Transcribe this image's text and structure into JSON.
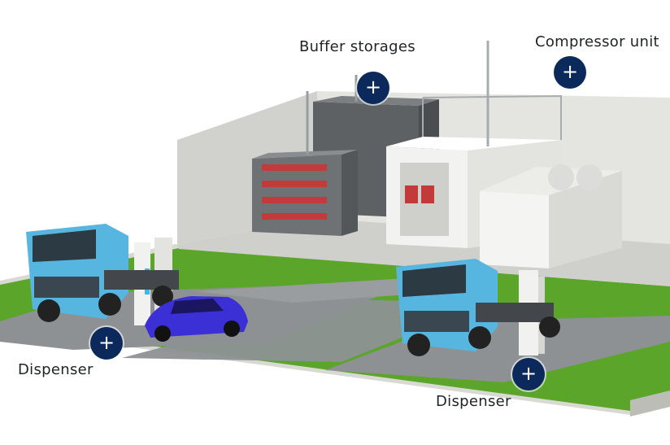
{
  "hotspots": [
    {
      "id": "buffer-storages",
      "label": "Buffer storages",
      "symbol": "+"
    },
    {
      "id": "compressor-unit",
      "label": "Compressor unit",
      "symbol": "+"
    },
    {
      "id": "dispenser-left",
      "label": "Dispenser",
      "symbol": "+"
    },
    {
      "id": "dispenser-right",
      "label": "Dispenser",
      "symbol": "+"
    }
  ],
  "colors": {
    "hotspot": "#0b2a5b",
    "grass": "#5aa52a",
    "road": "#8e9194",
    "truck": "#57b6e0",
    "car": "#3b2fd6"
  }
}
